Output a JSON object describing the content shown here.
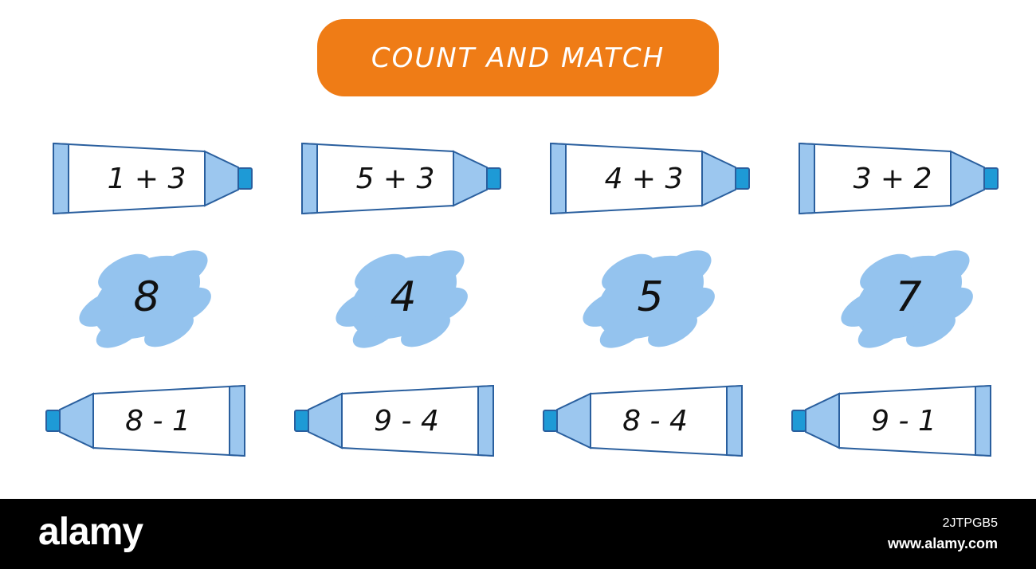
{
  "title": "COUNT AND MATCH",
  "top_row": [
    "1 + 3",
    "5 + 3",
    "4 + 3",
    "3 + 2"
  ],
  "middle_row": [
    "8",
    "4",
    "5",
    "7"
  ],
  "bottom_row": [
    "8 - 1",
    "9 - 4",
    "8 - 4",
    "9 - 1"
  ],
  "footer": {
    "logo": "alamy",
    "image_id": "2JTPGB5",
    "site": "www.alamy.com"
  },
  "colors": {
    "title_bg": "#ef7c16",
    "tube_outline": "#2a5f9e",
    "tube_band": "#9cc7ef",
    "tube_cap": "#1e9ad6",
    "blob_fill": "#94c3ee"
  }
}
